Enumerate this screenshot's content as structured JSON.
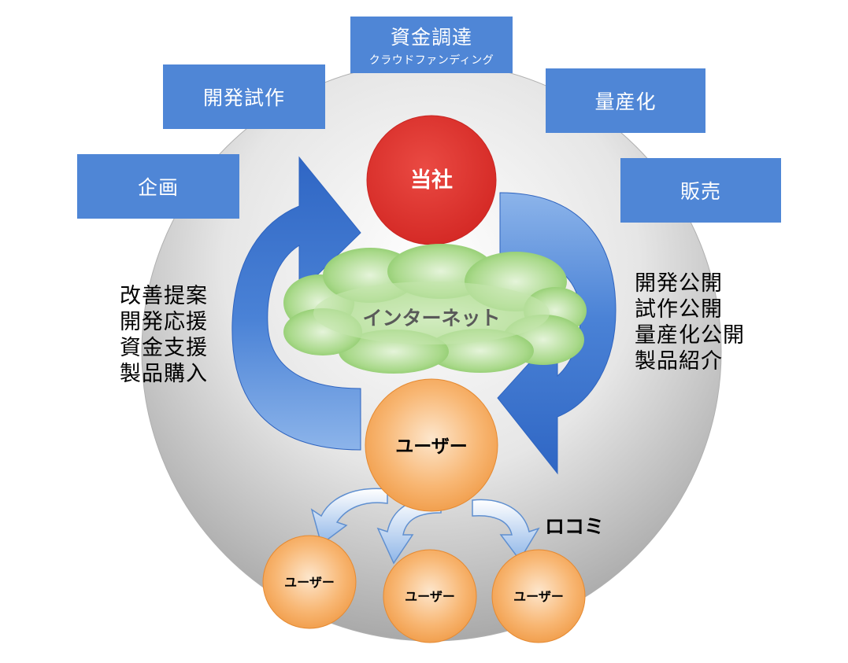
{
  "stages": {
    "planning": "企画",
    "prototype": "開発試作",
    "funding": "資金調達",
    "funding_sub": "クラウドファンディング",
    "mass_production": "量産化",
    "sales": "販売"
  },
  "nodes": {
    "company": "当社",
    "internet": "インターネット",
    "user_main": "ユーザー",
    "user_a": "ユーザー",
    "user_b": "ユーザー",
    "user_c": "ユーザー"
  },
  "left_actions": [
    "改善提案",
    "開発応援",
    "資金支援",
    "製品購入"
  ],
  "right_actions": [
    "開発公開",
    "試作公開",
    "量産化公開",
    "製品紹介"
  ],
  "word_of_mouth": "ロコミ",
  "colors": {
    "stage_box": "#4f86d6",
    "company_circle": "#e0342f",
    "user_circle": "#f5a55a",
    "cloud": "#9fd47f",
    "cycle_arrow": "#3f74c9",
    "background_circle": "#c9c9c9"
  }
}
